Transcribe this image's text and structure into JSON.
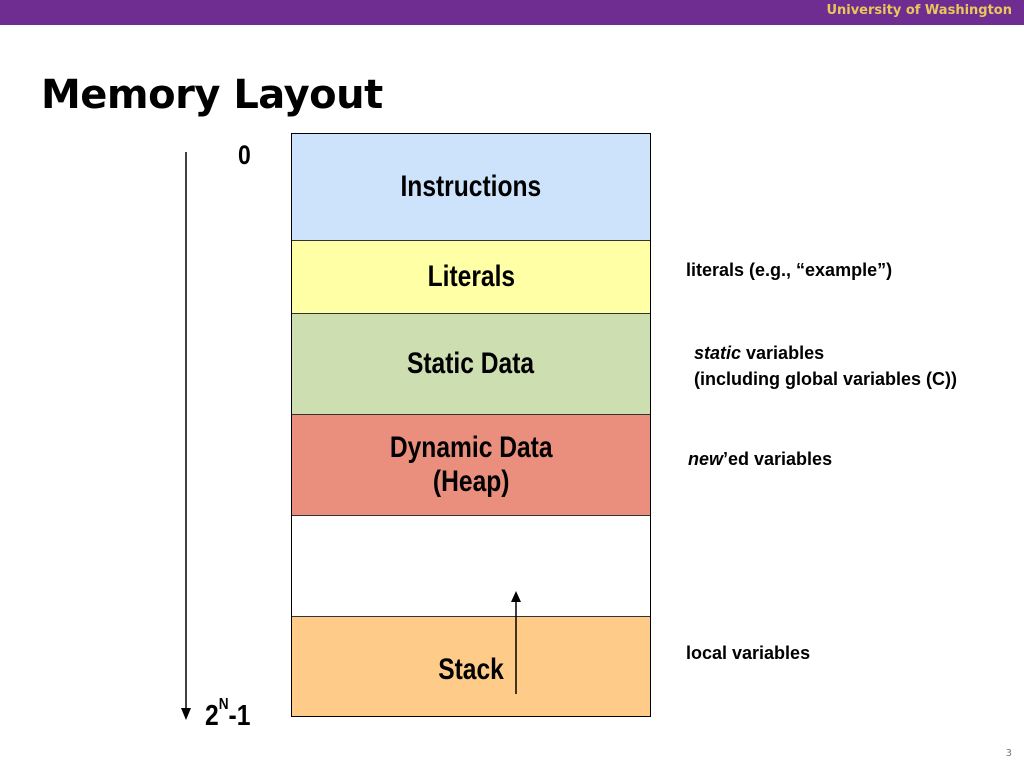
{
  "header": {
    "university": "University of Washington",
    "accent_color": "#6f2c91",
    "university_color": "#e8c85a"
  },
  "slide": {
    "title": "Memory Layout",
    "page_number": "3"
  },
  "address_axis": {
    "top_label": "0",
    "bottom_base": "2",
    "bottom_exponent": "N",
    "bottom_suffix": "-1"
  },
  "segments": [
    {
      "label": "Instructions",
      "color": "#cce3fb"
    },
    {
      "label": "Literals",
      "color": "#ffffa6"
    },
    {
      "label": "Static Data",
      "color": "#cddeb0"
    },
    {
      "label": "Dynamic Data\n(Heap)",
      "color": "#ea8e7e"
    },
    {
      "label": "",
      "color": "#ffffff"
    },
    {
      "label": "Stack",
      "color": "#fecb88"
    }
  ],
  "notes": {
    "literals": "literals (e.g., “example”)",
    "static_italic": "static",
    "static_rest": " variables",
    "static_line2": "(including global variables (C))",
    "new_italic": "new",
    "new_rest": "’ed variables",
    "local": "local variables"
  }
}
